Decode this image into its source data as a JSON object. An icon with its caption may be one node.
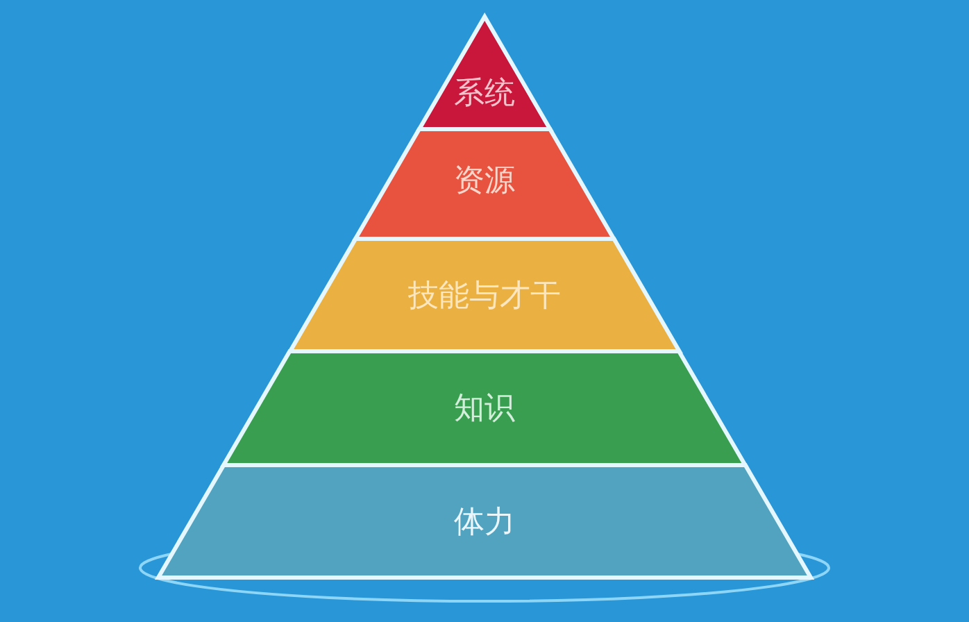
{
  "diagram": {
    "nodes": [
      {
        "text": [
          "系统"
        ]
      },
      {
        "text": [
          "资源"
        ]
      },
      {
        "text": [
          "技能与才干"
        ]
      },
      {
        "text": [
          "知识"
        ]
      },
      {
        "text": [
          "体力"
        ]
      },
      {
        "text": [],
        "shape": "ellipse"
      }
    ]
  }
}
